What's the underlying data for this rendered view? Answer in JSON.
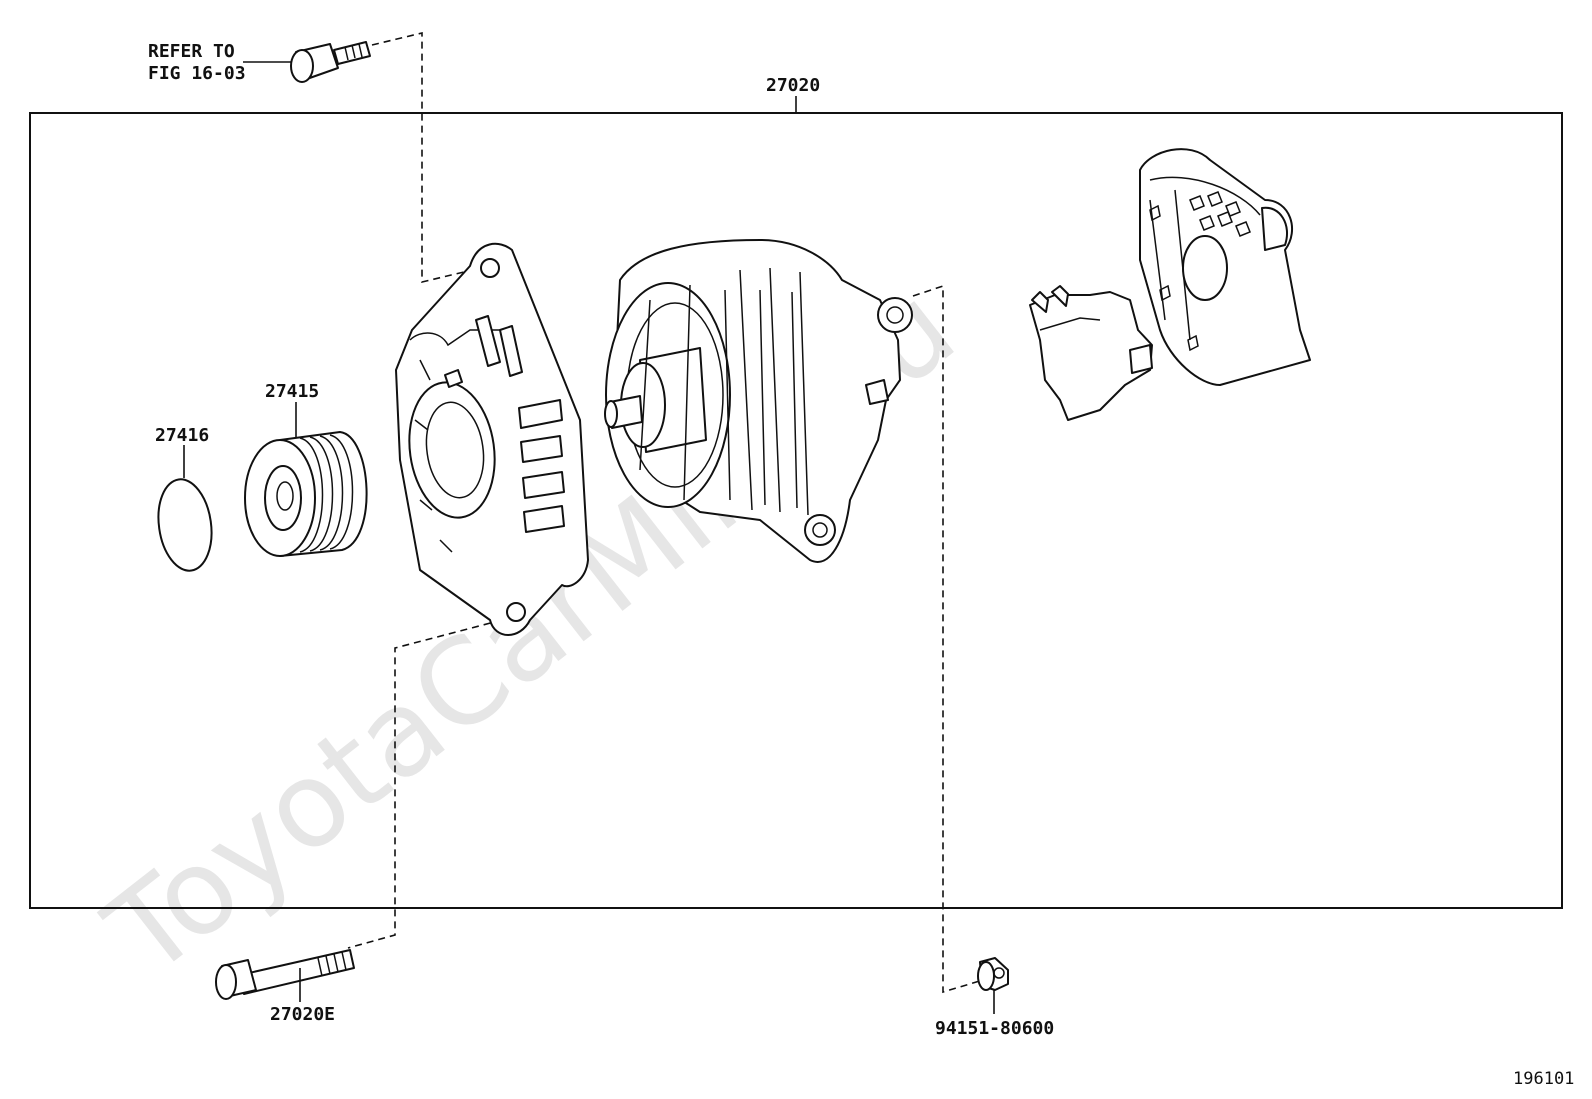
{
  "watermark": "ToyotaCarMine.ru",
  "labels": {
    "refer_line1": "REFER TO",
    "refer_line2": "FIG 16-03",
    "assembly": "27020",
    "pulley": "27415",
    "cap": "27416",
    "through_bolt": "27020E",
    "nut": "94151-80600",
    "figure_number": "196101"
  }
}
